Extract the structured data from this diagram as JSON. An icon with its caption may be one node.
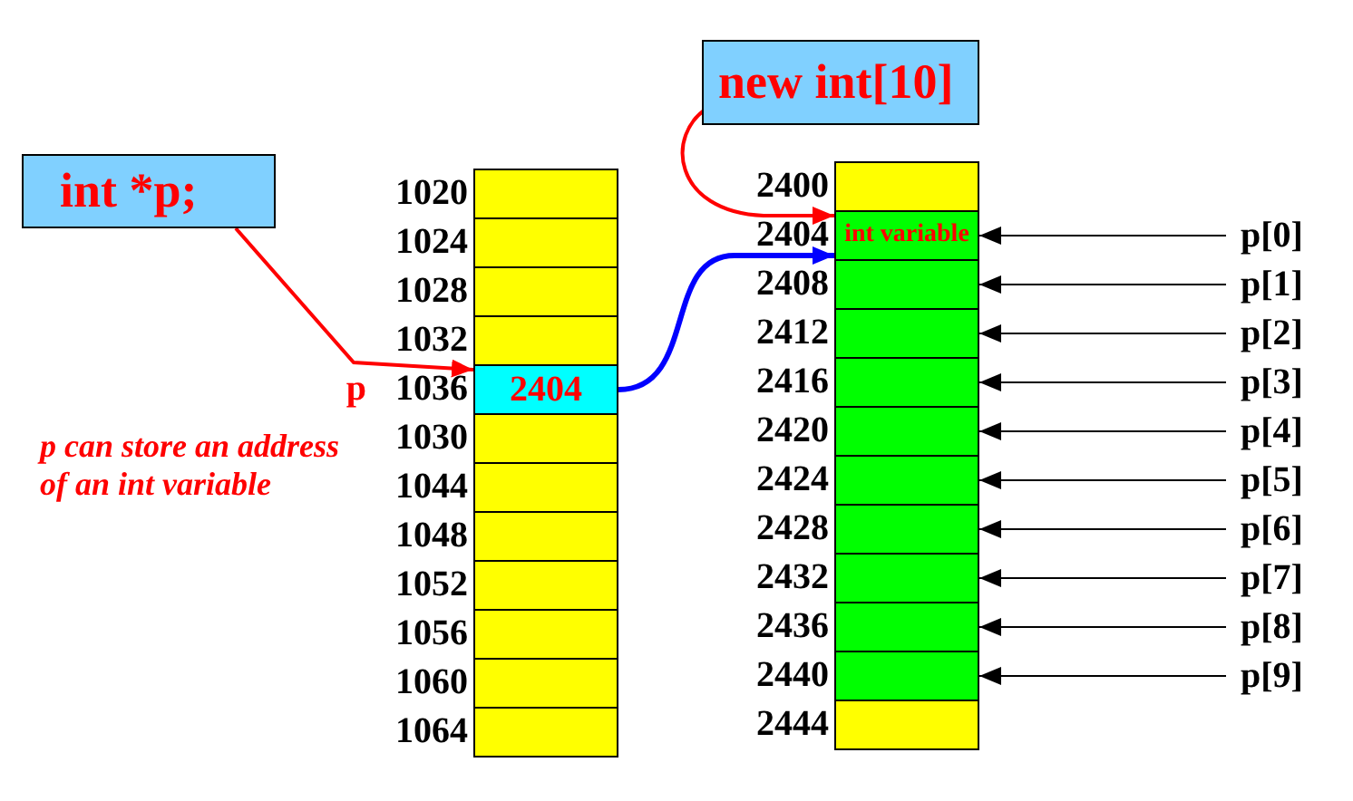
{
  "diagram": {
    "nodes": [
      {
        "text": [
          "int *p;"
        ]
      },
      {
        "text": [
          "new int[10]"
        ]
      },
      {
        "text": [],
        "shape": "box",
        "beside": [
          "1020"
        ]
      },
      {
        "text": [],
        "shape": "box",
        "beside": [
          "1024"
        ]
      },
      {
        "text": [],
        "shape": "box",
        "beside": [
          "1028"
        ]
      },
      {
        "text": [],
        "shape": "box",
        "beside": [
          "1032"
        ]
      },
      {
        "text": [
          "2404"
        ],
        "beside": [
          "p",
          "1036"
        ]
      },
      {
        "text": [],
        "shape": "box",
        "beside": [
          "1030"
        ]
      },
      {
        "text": [],
        "shape": "box",
        "beside": [
          "1044"
        ]
      },
      {
        "text": [],
        "shape": "box",
        "beside": [
          "1048"
        ]
      },
      {
        "text": [],
        "shape": "box",
        "beside": [
          "1052"
        ]
      },
      {
        "text": [],
        "shape": "box",
        "beside": [
          "1056"
        ]
      },
      {
        "text": [],
        "shape": "box",
        "beside": [
          "1060"
        ]
      },
      {
        "text": [],
        "shape": "box",
        "beside": [
          "1064"
        ]
      },
      {
        "text": [],
        "shape": "box",
        "beside": [
          "2400"
        ]
      },
      {
        "text": [
          "int variable"
        ],
        "beside": [
          "2404"
        ]
      },
      {
        "text": [],
        "shape": "box",
        "beside": [
          "2408"
        ]
      },
      {
        "text": [],
        "shape": "box",
        "beside": [
          "2412"
        ]
      },
      {
        "text": [],
        "shape": "box",
        "beside": [
          "2416"
        ]
      },
      {
        "text": [],
        "shape": "box",
        "beside": [
          "2420"
        ]
      },
      {
        "text": [],
        "shape": "box",
        "beside": [
          "2424"
        ]
      },
      {
        "text": [],
        "shape": "box",
        "beside": [
          "2428"
        ]
      },
      {
        "text": [],
        "shape": "box",
        "beside": [
          "2432"
        ]
      },
      {
        "text": [],
        "shape": "box",
        "beside": [
          "2436"
        ]
      },
      {
        "text": [],
        "shape": "box",
        "beside": [
          "2440"
        ]
      },
      {
        "text": [],
        "shape": "box",
        "beside": [
          "2444"
        ]
      },
      {
        "text": [
          "p[0]"
        ]
      },
      {
        "text": [
          "p[1]"
        ]
      },
      {
        "text": [
          "p[2]"
        ]
      },
      {
        "text": [
          "p[3]"
        ]
      },
      {
        "text": [
          "p[4]"
        ]
      },
      {
        "text": [
          "p[5]"
        ]
      },
      {
        "text": [
          "p[6]"
        ]
      },
      {
        "text": [
          "p[7]"
        ]
      },
      {
        "text": [
          "p[8]"
        ]
      },
      {
        "text": [
          "p[9]"
        ]
      }
    ],
    "edges": [
      {
        "from": 0,
        "to": 6,
        "arrow": "to",
        "color": "#ff0000"
      },
      {
        "from": 1,
        "to": 15,
        "arrow": "to",
        "color": "#ff0000"
      },
      {
        "from": 6,
        "to": 15,
        "arrow": "to",
        "color": "#0000ff",
        "style": "thick"
      },
      {
        "from": 26,
        "to": 15,
        "arrow": "to"
      },
      {
        "from": 27,
        "to": 16,
        "arrow": "to"
      },
      {
        "from": 28,
        "to": 17,
        "arrow": "to"
      },
      {
        "from": 29,
        "to": 18,
        "arrow": "to"
      },
      {
        "from": 30,
        "to": 19,
        "arrow": "to"
      },
      {
        "from": 31,
        "to": 20,
        "arrow": "to"
      },
      {
        "from": 32,
        "to": 21,
        "arrow": "to"
      },
      {
        "from": 33,
        "to": 22,
        "arrow": "to"
      },
      {
        "from": 34,
        "to": 23,
        "arrow": "to"
      },
      {
        "from": 35,
        "to": 24,
        "arrow": "to"
      }
    ],
    "labels": [
      "p can store an address of an int variable"
    ]
  }
}
